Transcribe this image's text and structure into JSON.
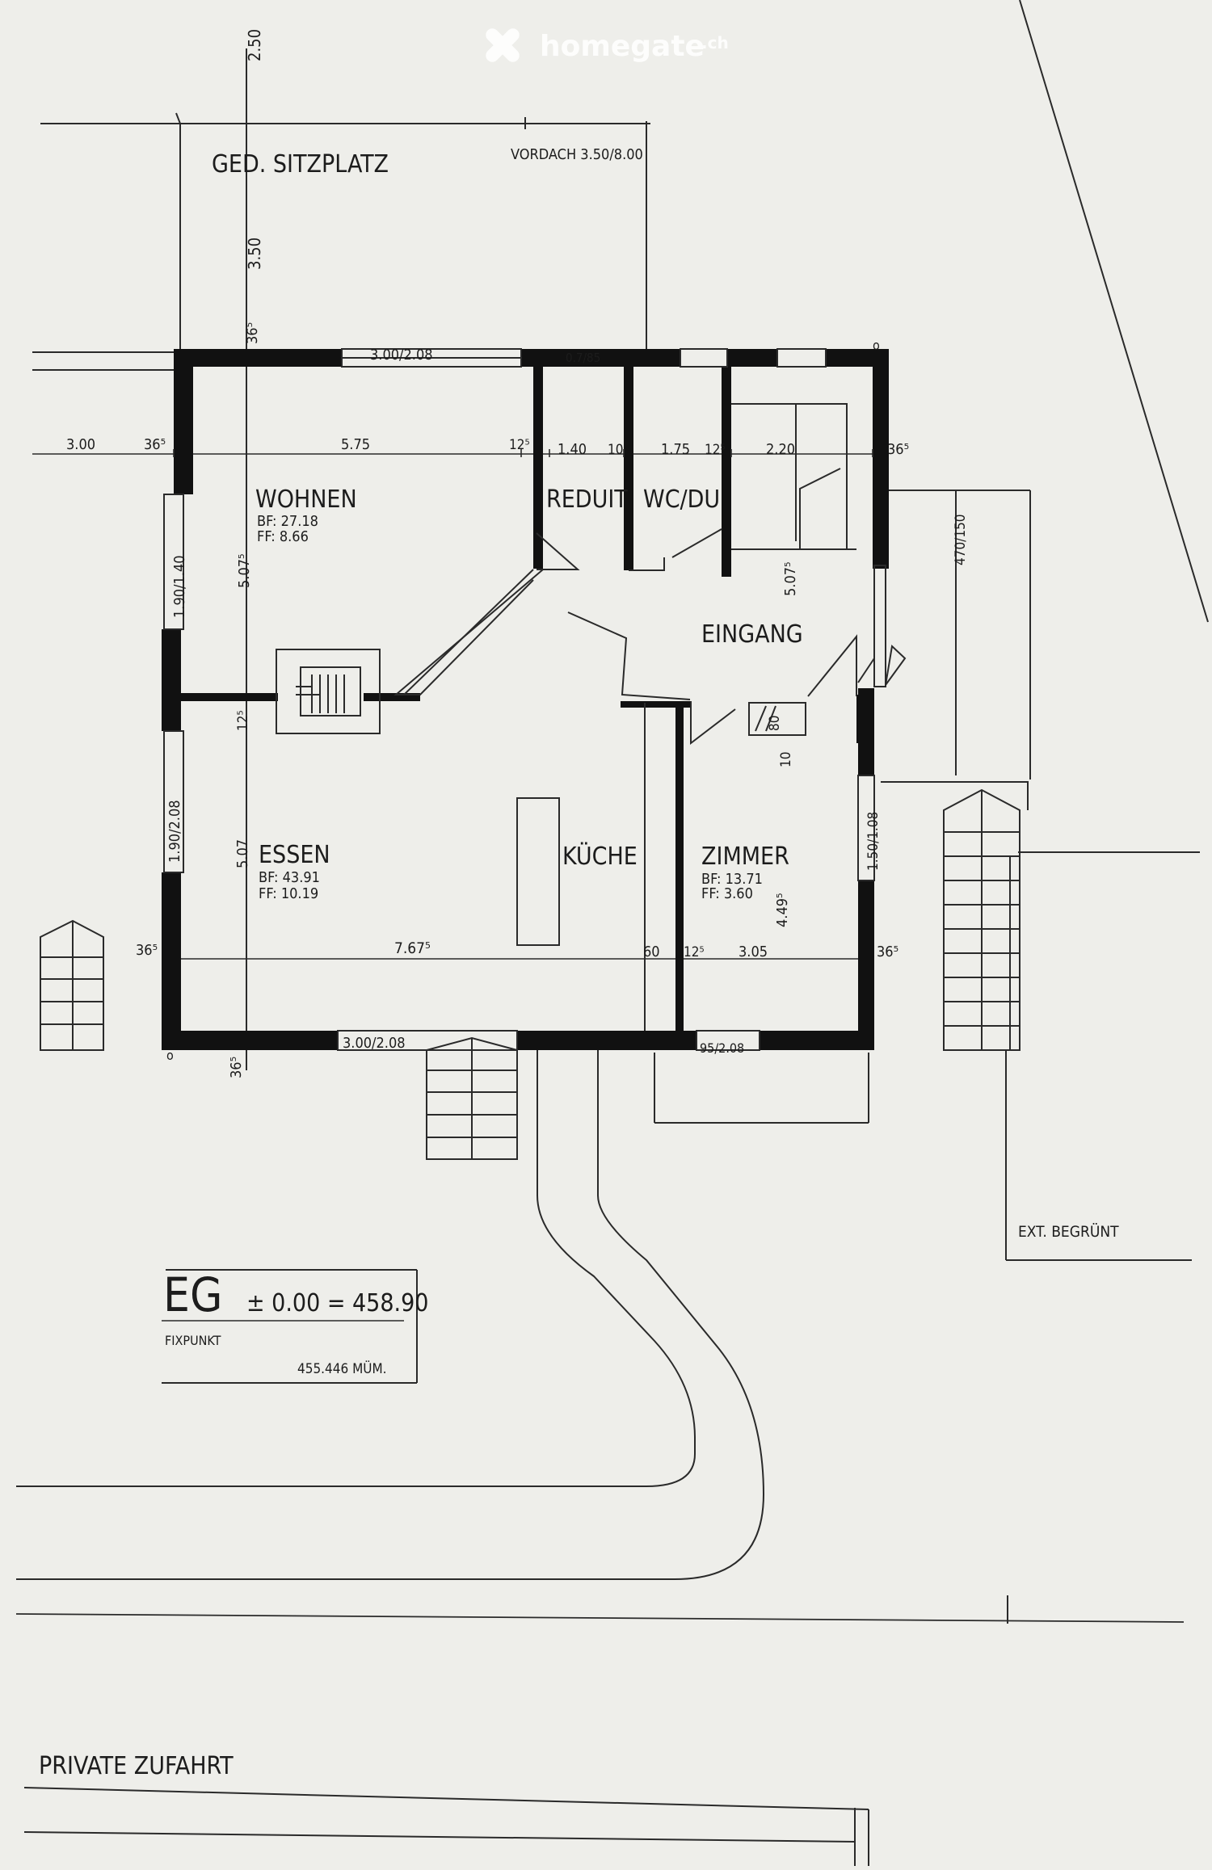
{
  "watermark": {
    "brand": "homegate",
    "tld": ".ch",
    "icon": "homegate-x-logo"
  },
  "rooms": {
    "wohnen": {
      "name": "WOHNEN",
      "bf": "BF: 27.18",
      "ff": "FF:  8.66"
    },
    "reduit": {
      "name": "REDUIT"
    },
    "wc_du": {
      "name": "WC/DU"
    },
    "eingang": {
      "name": "EINGANG"
    },
    "essen": {
      "name": "ESSEN",
      "bf": "BF: 43.91",
      "ff": "FF: 10.19"
    },
    "kueche": {
      "name": "KÜCHE"
    },
    "zimmer": {
      "name": "ZIMMER",
      "bf": "BF:  13.71",
      "ff": "FF:   3.60"
    }
  },
  "labels": {
    "sitzplatz": "GED. SITZPLATZ",
    "vordach": "VORDACH 3.50/8.00",
    "ext_begruent": "EXT. BEGRÜNT",
    "private_zufahrt": "PRIVATE ZUFAHRT"
  },
  "level_box": {
    "level": "EG",
    "elevation": "± 0.00 = 458.90",
    "fixpunkt": "FIXPUNKT",
    "mum": "455.446 MÜM."
  },
  "dimensions": {
    "top_250": "2.50",
    "top_350": "3.50",
    "top_365": "36⁵",
    "win_top_wohnen": "3.00/2.08",
    "win_top_reduit": "0.7/85",
    "left_300": "3.00",
    "left_365": "36⁵",
    "d_575": "5.75",
    "d_125a": "12⁵",
    "d_140": "1.40",
    "d_10a": "10",
    "d_175": "1.75",
    "d_125b": "12⁵",
    "d_220": "2.20",
    "right_365": "36⁵",
    "right_470": "470/150",
    "left_win_wohnen": "1.90/1.40",
    "v_5075_wohnen": "5.07⁵",
    "v_5075_eingang": "5.07⁵",
    "v_125": "12⁵",
    "left_win_essen": "1.90/2.08",
    "v_507_essen": "5.07",
    "v_10": "10",
    "right_win_zimmer": "1.50/1.08",
    "v_4495": "4.49⁵",
    "bot_left_365": "36⁵",
    "d_7675": "7.67⁵",
    "d_60": "60",
    "d_125c": "12⁵",
    "d_305": "3.05",
    "bot_right_365": "36⁵",
    "bot_365": "36⁵",
    "win_bot_essen": "3.00/2.08",
    "win_bot_zimmer": "95/2.08",
    "wc_small": "80"
  }
}
